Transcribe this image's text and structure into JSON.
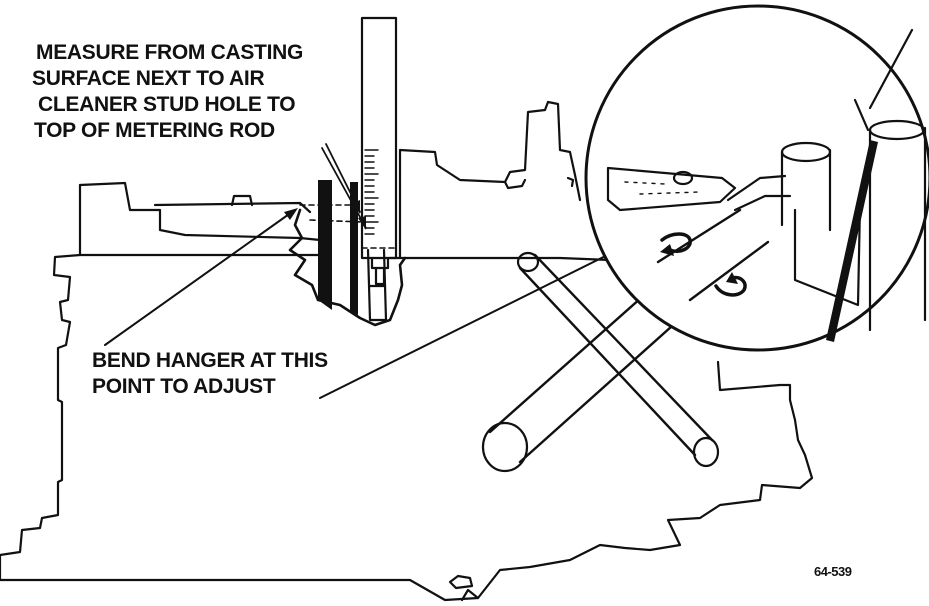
{
  "labels": {
    "measure": [
      "MEASURE FROM CASTING",
      "SURFACE NEXT TO AIR",
      "CLEANER STUD HOLE TO",
      "TOP OF METERING ROD"
    ],
    "bend": [
      "BEND HANGER AT THIS",
      "POINT TO ADJUST"
    ]
  },
  "figure_number": "64-539",
  "colors": {
    "ink": "#111111",
    "paper": "#ffffff"
  }
}
